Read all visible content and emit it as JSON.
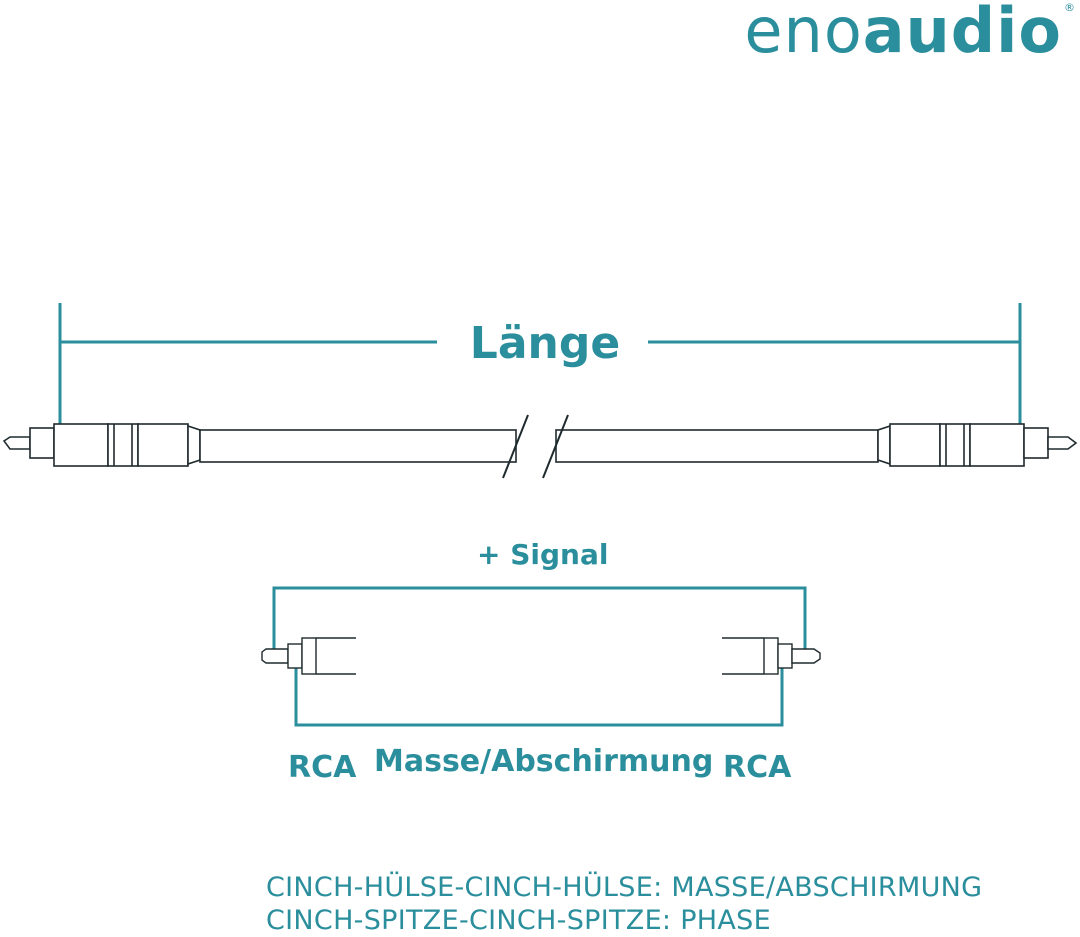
{
  "logo": {
    "part1": "eno",
    "part2": "audio",
    "mark": "®"
  },
  "labels": {
    "length": "Länge",
    "signal": "+ Signal",
    "rca_left": "RCA",
    "rca_right": "RCA",
    "ground": "Masse/Abschirmung"
  },
  "notes": [
    "CINCH-HÜLSE-CINCH-HÜLSE: MASSE/ABSCHIRMUNG",
    "CINCH-SPITZE-CINCH-SPITZE: PHASE"
  ],
  "colors": {
    "accent": "#2a8e9c",
    "line": "#1f6f7a",
    "cable": "#cfd2d3"
  }
}
